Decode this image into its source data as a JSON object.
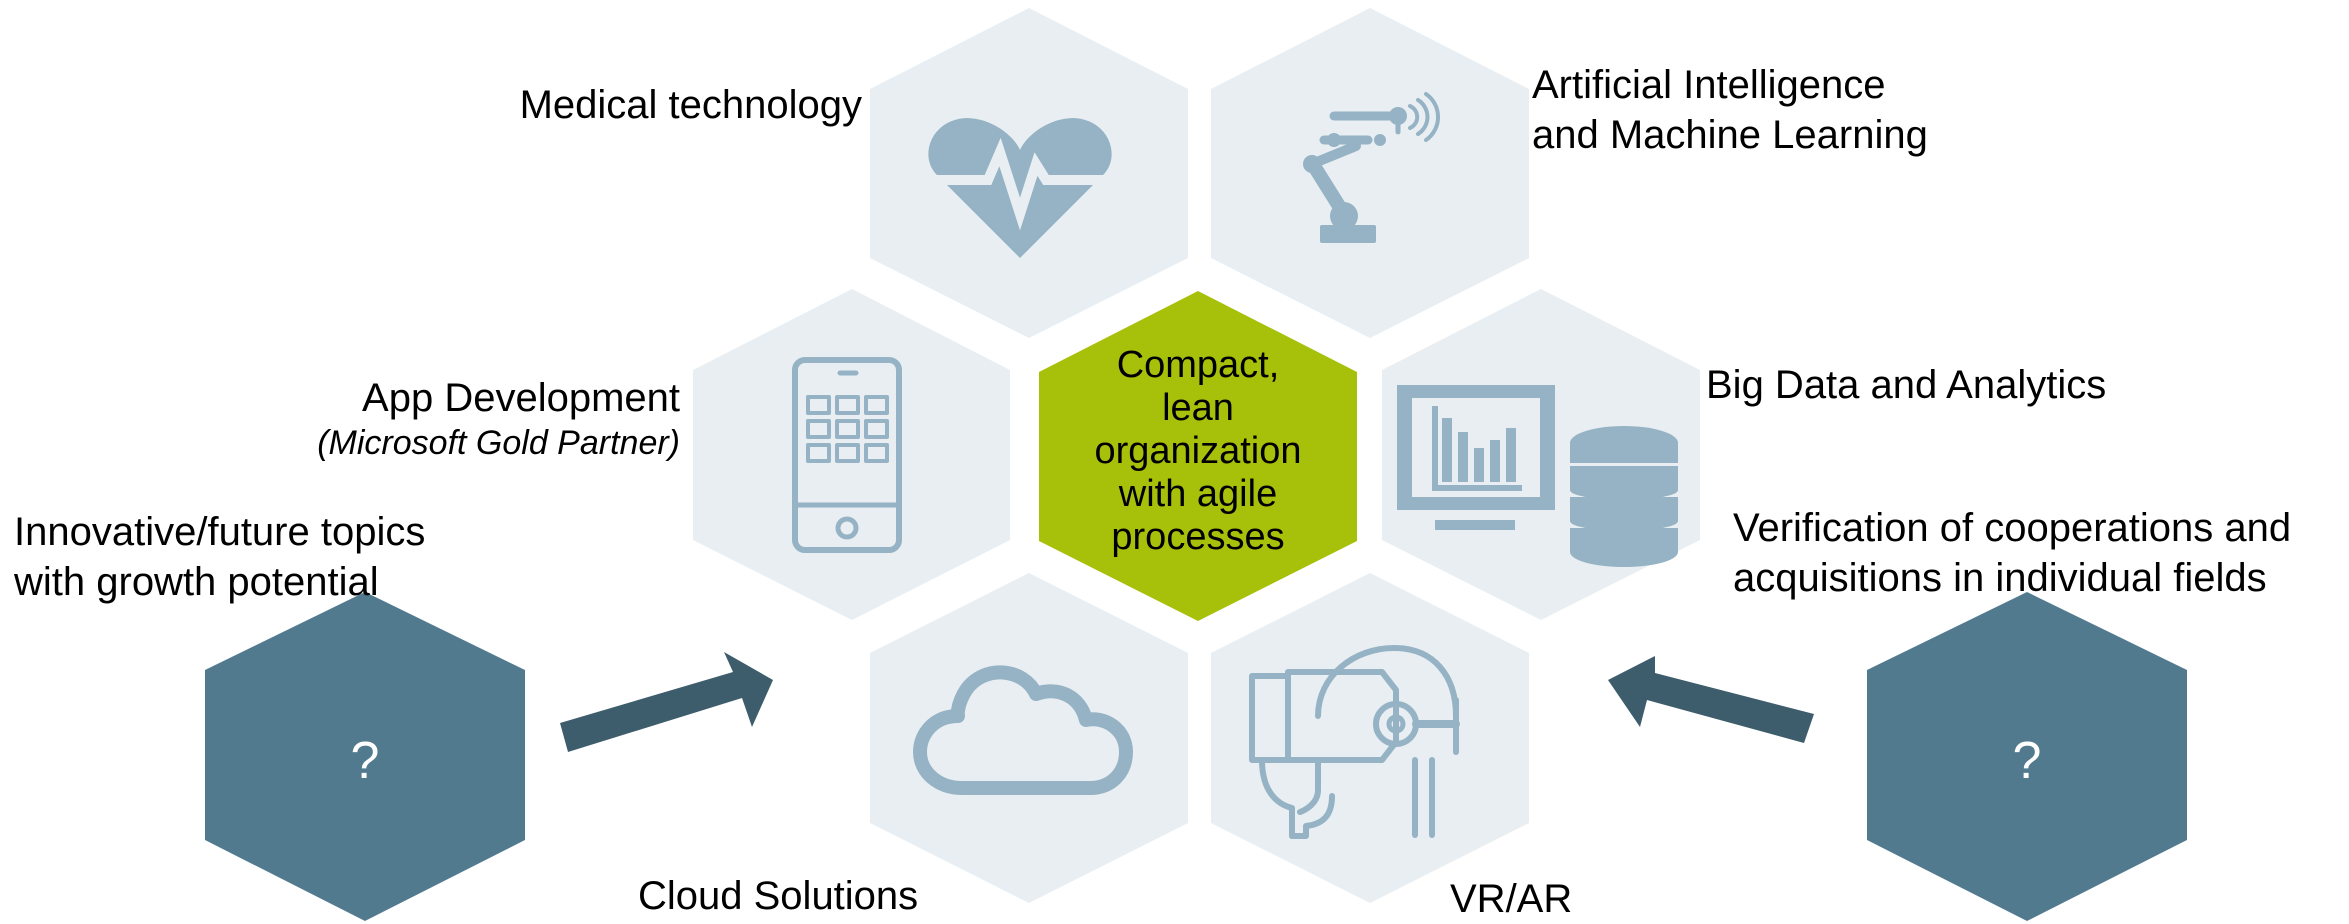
{
  "colors": {
    "hex_light": "#e8eef2",
    "icon": "#95b3c4",
    "center": "#a7c00a",
    "dark_hex": "#527a8f",
    "arrow": "#3e5d6c",
    "text": "#000000",
    "white": "#ffffff"
  },
  "center": {
    "line1": "Compact,",
    "line2": "lean",
    "line3": "organization",
    "line4": "with agile",
    "line5": "processes"
  },
  "hexagons": [
    {
      "id": "medical",
      "icon": "heart-pulse-icon",
      "label_lines": [
        "Medical technology"
      ]
    },
    {
      "id": "ai",
      "icon": "robot-arm-icon",
      "label_lines": [
        "Artificial Intelligence",
        "and Machine Learning"
      ]
    },
    {
      "id": "app",
      "icon": "smartphone-icon",
      "label_lines": [
        "App Development"
      ],
      "sublabel": "(Microsoft Gold Partner)"
    },
    {
      "id": "bigdata",
      "icon": "analytics-database-icon",
      "label_lines": [
        "Big Data and Analytics"
      ]
    },
    {
      "id": "cloud",
      "icon": "cloud-icon",
      "label_lines": [
        "Cloud Solutions"
      ]
    },
    {
      "id": "vrar",
      "icon": "vr-headset-icon",
      "label_lines": [
        "VR/AR"
      ]
    }
  ],
  "left_block": {
    "label_line1": "Innovative/future topics",
    "label_line2": "with growth potential",
    "symbol": "?"
  },
  "right_block": {
    "label_line1": "Verification of cooperations and",
    "label_line2": "acquisitions in individual fields",
    "symbol": "?"
  }
}
